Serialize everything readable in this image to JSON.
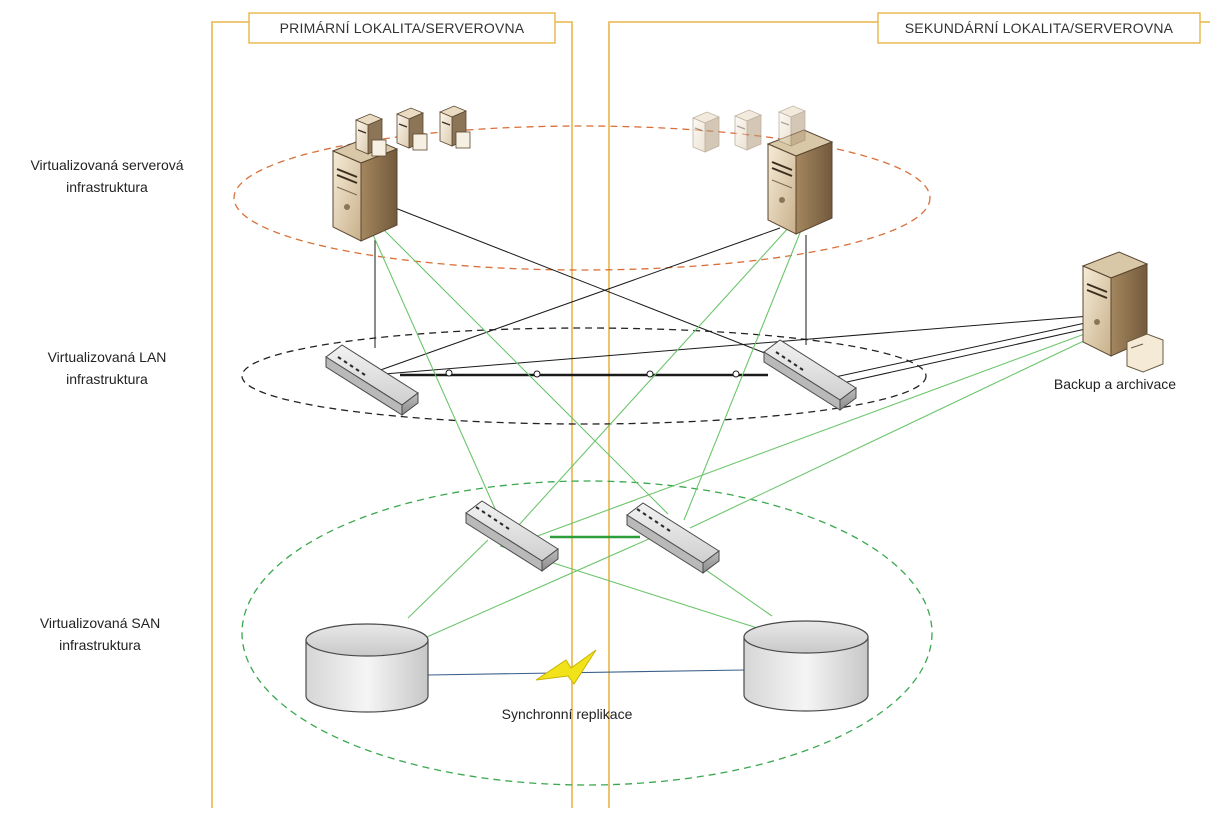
{
  "sites": {
    "primary": {
      "title": "PRIMÁRNÍ LOKALITA/SERVEROVNA"
    },
    "secondary": {
      "title": "SEKUNDÁRNÍ LOKALITA/SERVEROVNA"
    }
  },
  "layers": {
    "servers": {
      "line1": "Virtualizovaná serverová",
      "line2": "infrastruktura"
    },
    "lan": {
      "line1": "Virtualizovaná LAN",
      "line2": "infrastruktura"
    },
    "san": {
      "line1": "Virtualizovaná SAN",
      "line2": "infrastruktura"
    }
  },
  "labels": {
    "backup": "Backup a archivace",
    "replication": "Synchronní replikace"
  },
  "colors": {
    "site_border": "#e8b54a",
    "server_zone": "#d9703a",
    "lan_zone": "#222222",
    "san_zone": "#3aa84f",
    "fc_link": "#6cc56c",
    "eth_link": "#1a1a1a",
    "replication_link": "#3a5f8a",
    "lightning": "#f2e21a"
  },
  "icons": {
    "physical_server": "tower-server-icon",
    "virtual_machine": "vm-icon",
    "lan_switch": "ethernet-switch-icon",
    "san_switch": "fc-switch-icon",
    "storage": "disk-array-icon",
    "backup_server": "backup-server-icon",
    "replication": "lightning-icon"
  }
}
